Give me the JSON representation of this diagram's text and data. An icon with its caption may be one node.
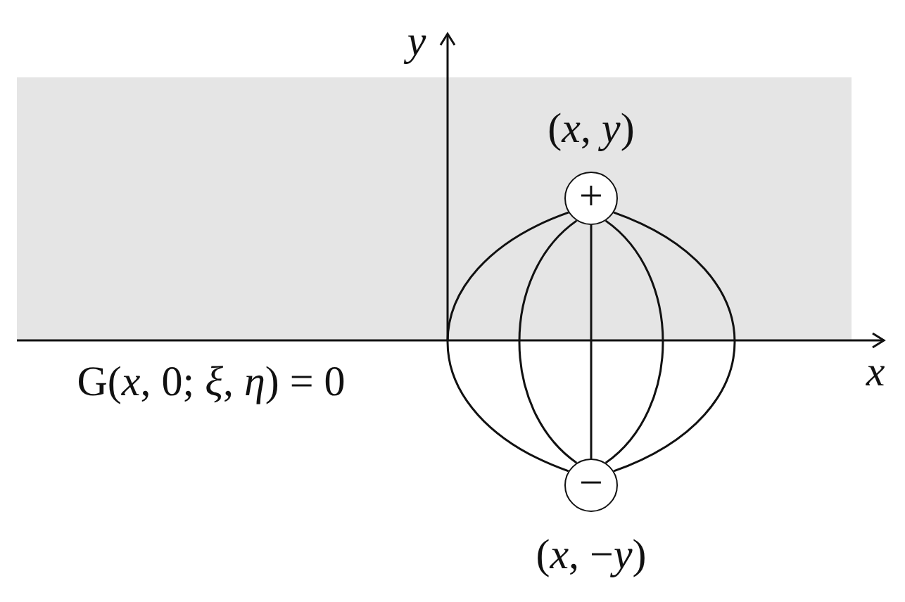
{
  "diagram": {
    "nodes": [
      {
        "text": [
          "+"
        ],
        "beside": [
          "(*x*, *y*)"
        ]
      },
      {
        "text": [
          "−"
        ],
        "beside": [
          "(*x*, −*y*)"
        ]
      }
    ],
    "edges": [
      {
        "from": 0,
        "to": 1,
        "arrow": "none"
      },
      {
        "from": 0,
        "to": 1,
        "arrow": "none"
      },
      {
        "from": 0,
        "to": 1,
        "arrow": "none"
      },
      {
        "from": 0,
        "to": 1,
        "arrow": "none"
      },
      {
        "from": 0,
        "to": 1,
        "arrow": "none"
      }
    ],
    "labels": [
      "*y*",
      "*x*",
      "G(*x*, 0; *ξ*, *η*) = 0"
    ]
  }
}
